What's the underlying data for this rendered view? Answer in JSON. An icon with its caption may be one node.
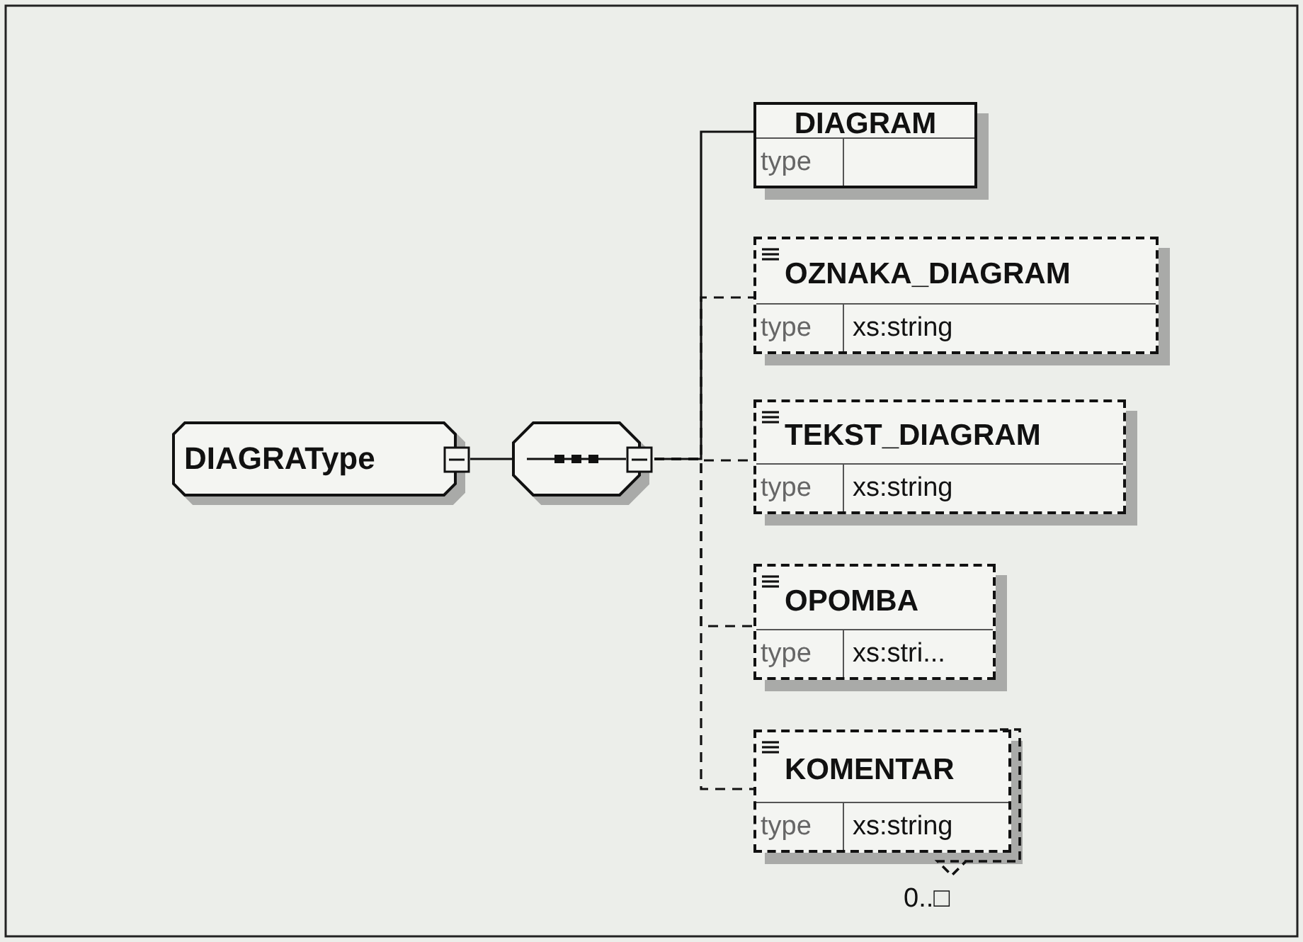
{
  "diagram": {
    "nodes": [
      {
        "text": [
          "DIAGRAType"
        ]
      },
      {
        "text": [],
        "shape": "octagon"
      },
      {
        "text": [
          "DIAGRAM",
          "type"
        ]
      },
      {
        "text": [
          "OZNAKA_DIAGRAM",
          "type",
          "xs:string"
        ]
      },
      {
        "text": [
          "TEKST_DIAGRAM",
          "type",
          "xs:string"
        ]
      },
      {
        "text": [
          "OPOMBA",
          "type",
          "xs:stri..."
        ]
      },
      {
        "text": [
          "KOMENTAR",
          "type",
          "xs:string"
        ],
        "beside": [
          "0..□"
        ]
      }
    ],
    "edges": [
      {
        "from": 0,
        "to": 1,
        "arrow": "none"
      },
      {
        "from": 1,
        "to": 2,
        "arrow": "none"
      },
      {
        "from": 1,
        "to": 3,
        "arrow": "none",
        "style": "dashed"
      },
      {
        "from": 1,
        "to": 4,
        "arrow": "none",
        "style": "dashed"
      },
      {
        "from": 1,
        "to": 5,
        "arrow": "none",
        "style": "dashed"
      },
      {
        "from": 1,
        "to": 6,
        "arrow": "none",
        "style": "dashed"
      }
    ]
  }
}
